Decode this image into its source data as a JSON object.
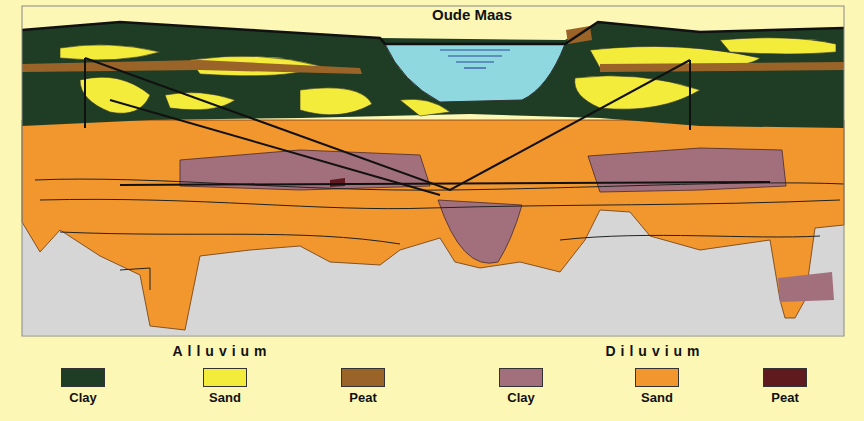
{
  "diagram": {
    "labels": [
      "Oude Maas",
      "Alluvium",
      "Diluvium"
    ],
    "legend": [
      {
        "text": "Clay",
        "color": "#1f3d24"
      },
      {
        "text": "Sand",
        "color": "#f3ec3a"
      },
      {
        "text": "Peat",
        "color": "#9a6428"
      },
      {
        "text": "Clay",
        "color": "#a2707c"
      },
      {
        "text": "Sand",
        "color": "#f2962e"
      },
      {
        "text": "Peat",
        "color": "#5e1a1e"
      }
    ]
  }
}
